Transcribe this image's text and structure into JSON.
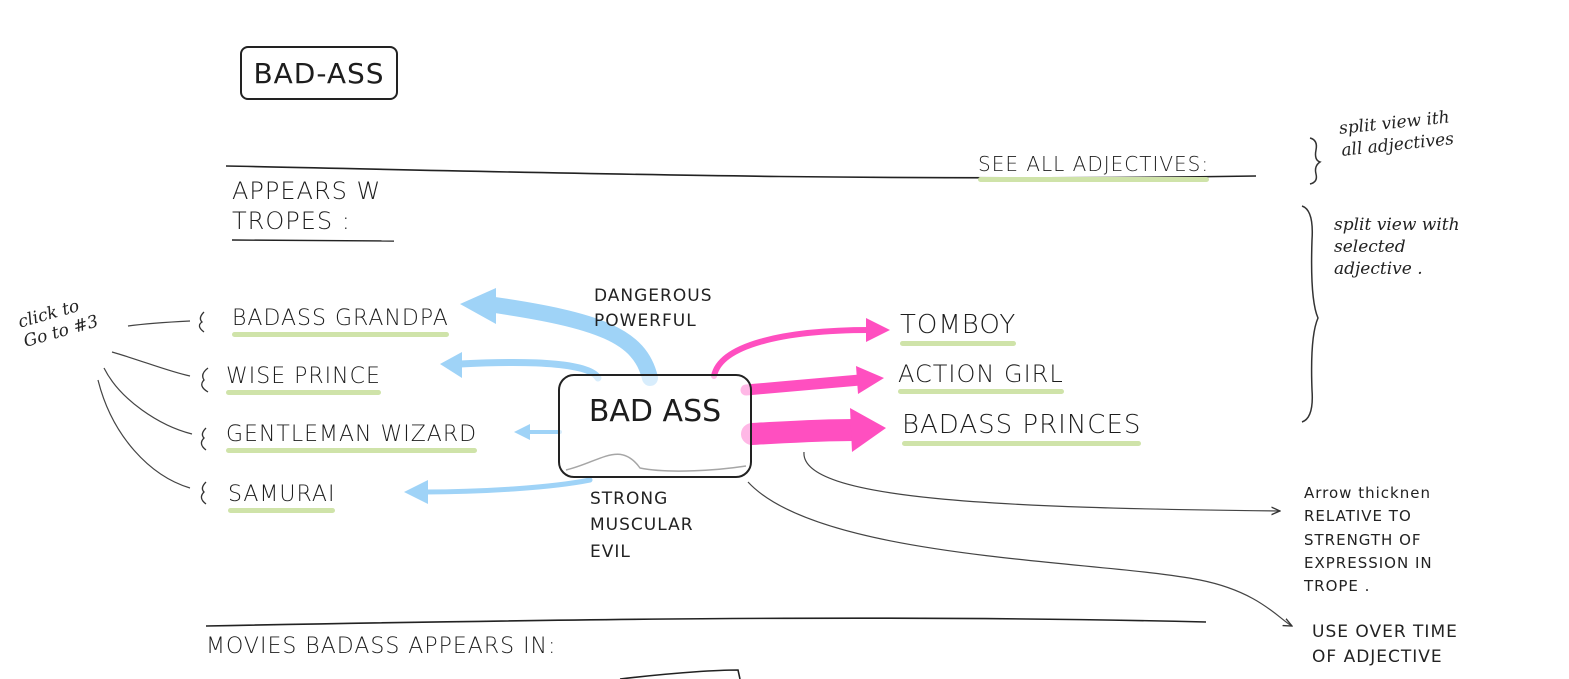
{
  "title_box": "BAD-ASS",
  "see_all": "SEE ALL ADJECTIVES:",
  "note_see_all": "split view ith\nall adjectives",
  "tropes_heading": "APPEARS W\nTROPES :",
  "note_selected": "split view with\nselected\nadjective .",
  "click_note": "click to\nGo to #3",
  "center_label": "BAD ASS",
  "top_adjectives": "DANGEROUS\nPOWERFUL",
  "bottom_adjectives": "STRONG\nMUSCULAR\nEVIL",
  "left_tropes": [
    "BADASS GRANDPA",
    "WISE PRINCE",
    "GENTLEMAN WIZARD",
    "SAMURAI"
  ],
  "right_tropes": [
    "TOMBOY",
    "ACTION GIRL",
    "BADASS PRINCES"
  ],
  "note_thickness": "Arrow thicknen\nRELATIVE TO\nSTRENGTH OF\nEXPRESSION IN\nTROPE .",
  "note_overtime": "USE OVER TIME\nOF ADJECTIVE",
  "movies_heading": "MOVIES BADASS APPEARS IN:",
  "colors": {
    "blue": "#9fd3f7",
    "pink": "#ff4fc0",
    "green": "#cfe3a9",
    "ink": "#1d1d1d"
  }
}
